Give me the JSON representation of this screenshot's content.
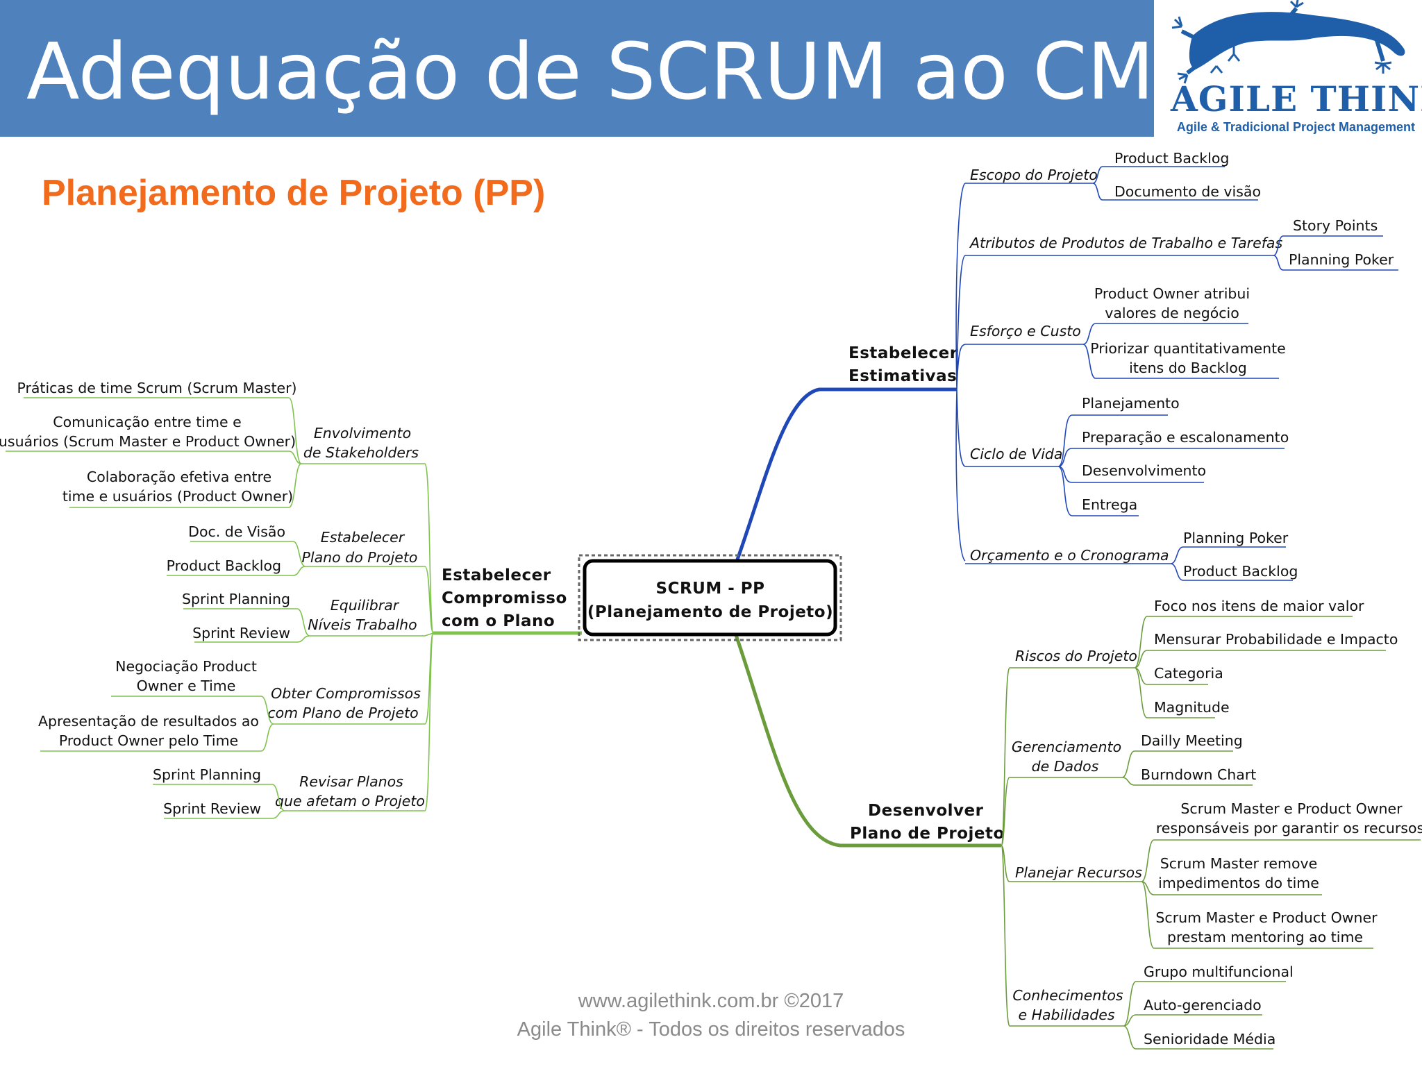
{
  "header": {
    "title": "Adequação de SCRUM ao CMMI"
  },
  "logo": {
    "text": "AGILE THINK",
    "subtext": "Agile & Tradicional Project Management",
    "icon": "gecko-icon"
  },
  "subtitle": "Planejamento de Projeto (PP)",
  "center": {
    "line1": "SCRUM - PP",
    "line2": "(Planejamento de Projeto)"
  },
  "branches": {
    "estimativas": {
      "label": [
        "Estabelecer",
        "Estimativas"
      ],
      "escopo": {
        "label": "Escopo do Projeto",
        "items": [
          "Product Backlog",
          "Documento de visão"
        ]
      },
      "atributos": {
        "label": "Atributos de Produtos de Trabalho e Tarefas",
        "items": [
          "Story Points",
          "Planning Poker"
        ]
      },
      "esforco": {
        "label": "Esforço e Custo",
        "item1": [
          "Product Owner atribui",
          "valores de negócio"
        ],
        "item2": [
          "Priorizar quantitativamente",
          "itens do Backlog"
        ]
      },
      "ciclo": {
        "label": "Ciclo de Vida",
        "items": [
          "Planejamento",
          "Preparação e escalonamento",
          "Desenvolvimento",
          "Entrega"
        ]
      },
      "orcamento": {
        "label": "Orçamento e o Cronograma",
        "items": [
          "Planning Poker",
          "Product Backlog"
        ]
      }
    },
    "compromisso": {
      "label": [
        "Estabelecer",
        "Compromisso",
        "com o Plano"
      ],
      "envolvimento": {
        "label": [
          "Envolvimento",
          "de Stakeholders"
        ],
        "item1": "Práticas de time Scrum (Scrum Master)",
        "item2": [
          "Comunicação entre time e",
          "usuários (Scrum Master e Product Owner)"
        ],
        "item3": [
          "Colaboração efetiva entre",
          "time e usuários (Product Owner)"
        ]
      },
      "plano": {
        "label": [
          "Estabelecer",
          "Plano do Projeto"
        ],
        "items": [
          "Doc. de Visão",
          "Product Backlog"
        ]
      },
      "equilibrar": {
        "label": [
          "Equilibrar",
          "Níveis Trabalho"
        ],
        "items": [
          "Sprint Planning",
          "Sprint Review"
        ]
      },
      "obter": {
        "label": [
          "Obter Compromissos",
          "com Plano de Projeto"
        ],
        "item1": [
          "Negociação Product",
          "Owner e Time"
        ],
        "item2": [
          "Apresentação de resultados ao",
          "Product Owner pelo Time"
        ]
      },
      "revisar": {
        "label": [
          "Revisar Planos",
          "que afetam o Projeto"
        ],
        "items": [
          "Sprint Planning",
          "Sprint Review"
        ]
      }
    },
    "desenvolver": {
      "label": [
        "Desenvolver",
        "Plano de Projeto"
      ],
      "riscos": {
        "label": "Riscos do Projeto",
        "items": [
          "Foco nos itens de maior valor",
          "Mensurar Probabilidade e Impacto",
          "Categoria",
          "Magnitude"
        ]
      },
      "dados": {
        "label": [
          "Gerenciamento",
          "de Dados"
        ],
        "items": [
          "Dailly Meeting",
          "Burndown Chart"
        ]
      },
      "recursos": {
        "label": "Planejar Recursos",
        "item1": [
          "Scrum Master e Product Owner",
          "responsáveis por garantir os recursos"
        ],
        "item2": [
          "Scrum Master remove",
          "impedimentos do time"
        ],
        "item3": [
          "Scrum Master e Product Owner",
          "prestam mentoring ao time"
        ]
      },
      "conhecimentos": {
        "label": [
          "Conhecimentos",
          "e Habilidades"
        ],
        "items": [
          "Grupo multifuncional",
          "Auto-gerenciado",
          "Senioridade Média"
        ]
      }
    }
  },
  "footer": {
    "line1": "www.agilethink.com.br ©2017",
    "line2": "Agile Think® - Todos os direitos reservados"
  },
  "colors": {
    "banner": "#4f81bd",
    "subtitle": "#f26b1d",
    "branch_blue": "#1f47b8",
    "branch_green": "#7fc24e",
    "branch_olive": "#6b9c3c"
  }
}
